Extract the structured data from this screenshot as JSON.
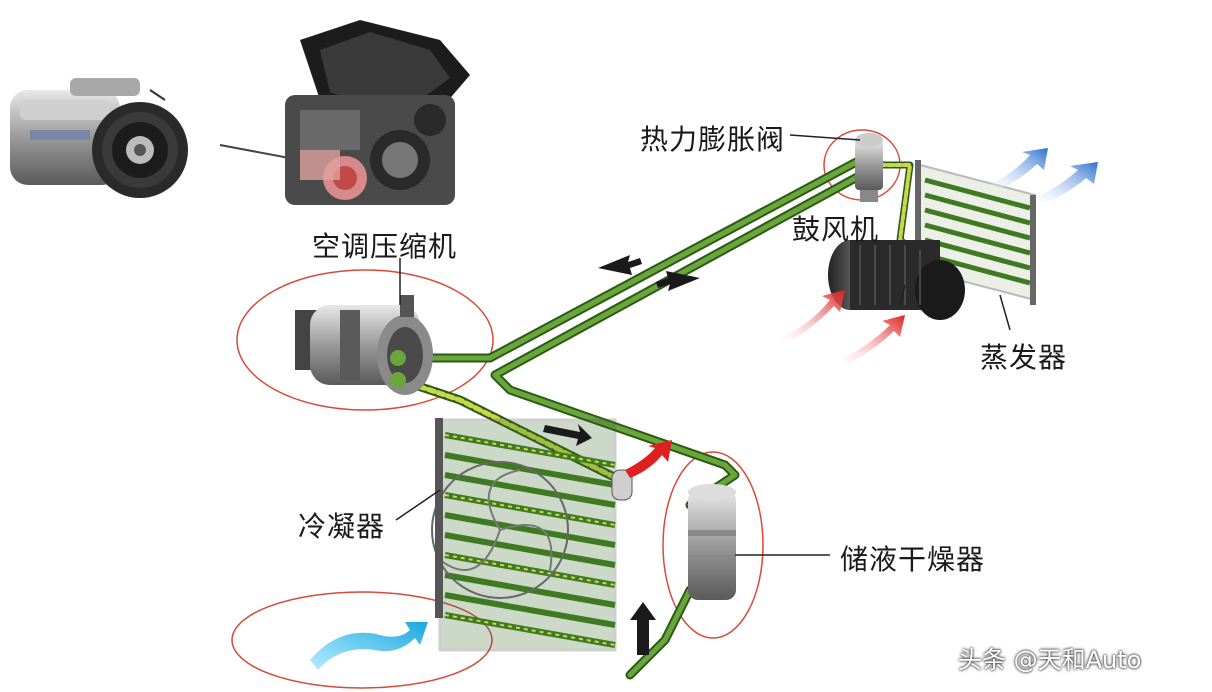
{
  "labels": {
    "compressor": "空调压缩机",
    "expansion_valve": "热力膨胀阀",
    "blower": "鼓风机",
    "evaporator": "蒸发器",
    "condenser": "冷凝器",
    "receiver_drier": "储液干燥器"
  },
  "watermark": "头条 @天和Auto",
  "colors": {
    "pipe_green": "#4f8f2c",
    "pipe_dark": "#2b5a18",
    "hot_air": "#e02020",
    "cold_air": "#2a7fd0",
    "outside_air": "#30b8e0",
    "highlight_circle": "#d84a3a"
  },
  "icons": [
    "compressor-photo-icon",
    "engine-photo-icon",
    "fan-icon",
    "flow-arrow-icon"
  ]
}
